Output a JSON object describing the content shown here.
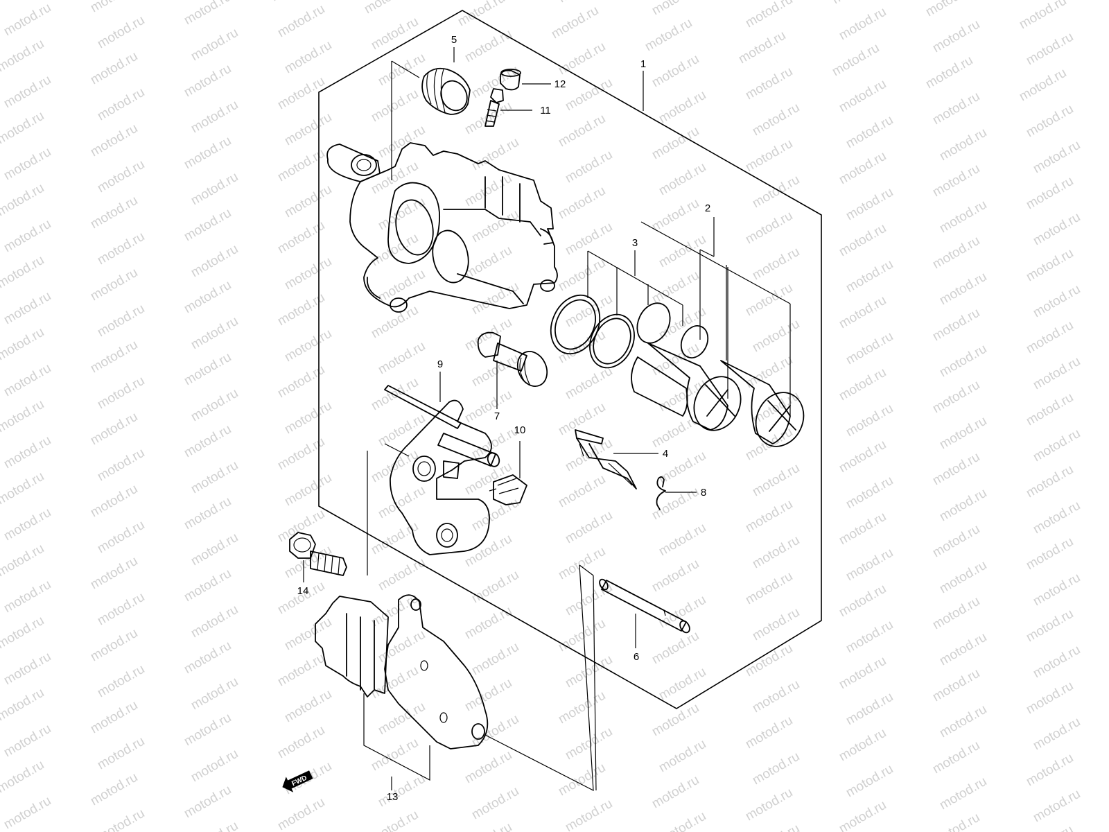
{
  "watermark": {
    "text": "motod.ru"
  },
  "callouts": [
    {
      "id": "1",
      "label": "1"
    },
    {
      "id": "2",
      "label": "2"
    },
    {
      "id": "3",
      "label": "3"
    },
    {
      "id": "4",
      "label": "4"
    },
    {
      "id": "5",
      "label": "5"
    },
    {
      "id": "6",
      "label": "6"
    },
    {
      "id": "7",
      "label": "7"
    },
    {
      "id": "8",
      "label": "8"
    },
    {
      "id": "9",
      "label": "9"
    },
    {
      "id": "10",
      "label": "10"
    },
    {
      "id": "11",
      "label": "11"
    },
    {
      "id": "12",
      "label": "12"
    },
    {
      "id": "13",
      "label": "13"
    },
    {
      "id": "14",
      "label": "14"
    }
  ],
  "fwd_badge": {
    "text": "FWD"
  }
}
